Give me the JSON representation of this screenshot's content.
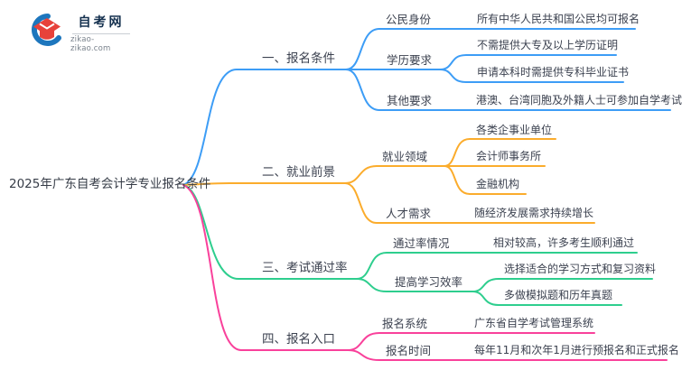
{
  "logo": {
    "title": "自考网",
    "domain": "zikao-zikao.com",
    "icon_blue": "#1d76bd",
    "icon_red": "#e7423b"
  },
  "mindmap": {
    "root": {
      "label": "2025年广东自考会计学专业报名条件"
    },
    "branches": [
      {
        "label": "一、报名条件",
        "color": "#3D9DF6",
        "children": [
          {
            "label": "公民身份",
            "children": [
              {
                "label": "所有中华人民共和国公民均可报名"
              }
            ]
          },
          {
            "label": "学历要求",
            "children": [
              {
                "label": "不需提供大专及以上学历证明"
              },
              {
                "label": "申请本科时需提供专科毕业证书"
              }
            ]
          },
          {
            "label": "其他要求",
            "children": [
              {
                "label": "港澳、台湾同胞及外籍人士可参加自学考试"
              }
            ]
          }
        ]
      },
      {
        "label": "二、就业前景",
        "color": "#FBAC2C",
        "children": [
          {
            "label": "就业领域",
            "children": [
              {
                "label": "各类企事业单位"
              },
              {
                "label": "会计师事务所"
              },
              {
                "label": "金融机构"
              }
            ]
          },
          {
            "label": "人才需求",
            "children": [
              {
                "label": "随经济发展需求持续增长"
              }
            ]
          }
        ]
      },
      {
        "label": "三、考试通过率",
        "color": "#2ECE8E",
        "children": [
          {
            "label": "通过率情况",
            "children": [
              {
                "label": "相对较高，许多考生顺利通过"
              }
            ]
          },
          {
            "label": "提高学习效率",
            "children": [
              {
                "label": "选择适合的学习方式和复习资料"
              },
              {
                "label": "多做模拟题和历年真题"
              }
            ]
          }
        ]
      },
      {
        "label": "四、报名入口",
        "color": "#F9419B",
        "children": [
          {
            "label": "报名系统",
            "children": [
              {
                "label": "广东省自学考试管理系统"
              }
            ]
          },
          {
            "label": "报名时间",
            "children": [
              {
                "label": "每年11月和次年1月进行预报名和正式报名"
              }
            ]
          }
        ]
      }
    ]
  }
}
